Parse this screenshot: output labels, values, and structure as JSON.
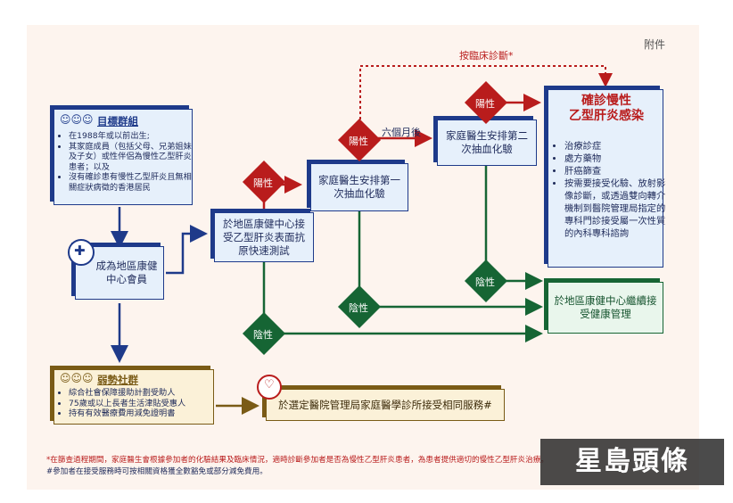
{
  "annex": "附件",
  "target": {
    "title": "目標群組",
    "items": [
      "在1988年或以前出生;",
      "其家庭成員（包括父母、兄弟姐妹及子女）或性伴侶為慢性乙型肝炎患者；以及",
      "沒有確診患有慢性乙型肝炎且無相關症狀病徵的香港居民"
    ]
  },
  "member": "成為地區康健中心會員",
  "test": "於地區康健中心接受乙型肝炎表面抗原快速測試",
  "first_test": "家庭醫生安排第一次抽血化驗",
  "second_test": "家庭醫生安排第二次抽血化驗",
  "diagnosis": {
    "title_line1": "確診慢性",
    "title_line2": "乙型肝炎感染",
    "items": [
      "治療診症",
      "處方藥物",
      "肝癌篩查",
      "按需要接受化驗、放射影像診斷，或透過雙向轉介機制到醫院管理局指定的專科門診接受屬一次性質的內科專科諮詢"
    ]
  },
  "continue": "於地區康健中心繼續接受健康管理",
  "vulnerable": {
    "title": "弱勢社群",
    "items": [
      "綜合社會保障援助計劃受助人",
      "75歲或以上長者生活津貼受惠人",
      "持有有效醫療費用減免證明書"
    ]
  },
  "service": "於選定醫院管理局家庭醫學診所接受相同服務#",
  "labels": {
    "positive": "陽性",
    "negative": "陰性",
    "six_months": "六個月後",
    "clinical": "按臨床診斷*"
  },
  "notes": [
    "*在篩查過程期間，家庭醫生會根據參加者的化驗結果及臨床情況，適時診斷參加者是否為慢性乙型肝炎患者，為患者提供適切的慢性乙型肝炎治療。",
    "#參加者在接受服務時可按相關資格獲全數豁免或部分減免費用。"
  ],
  "watermark": "星島頭條"
}
